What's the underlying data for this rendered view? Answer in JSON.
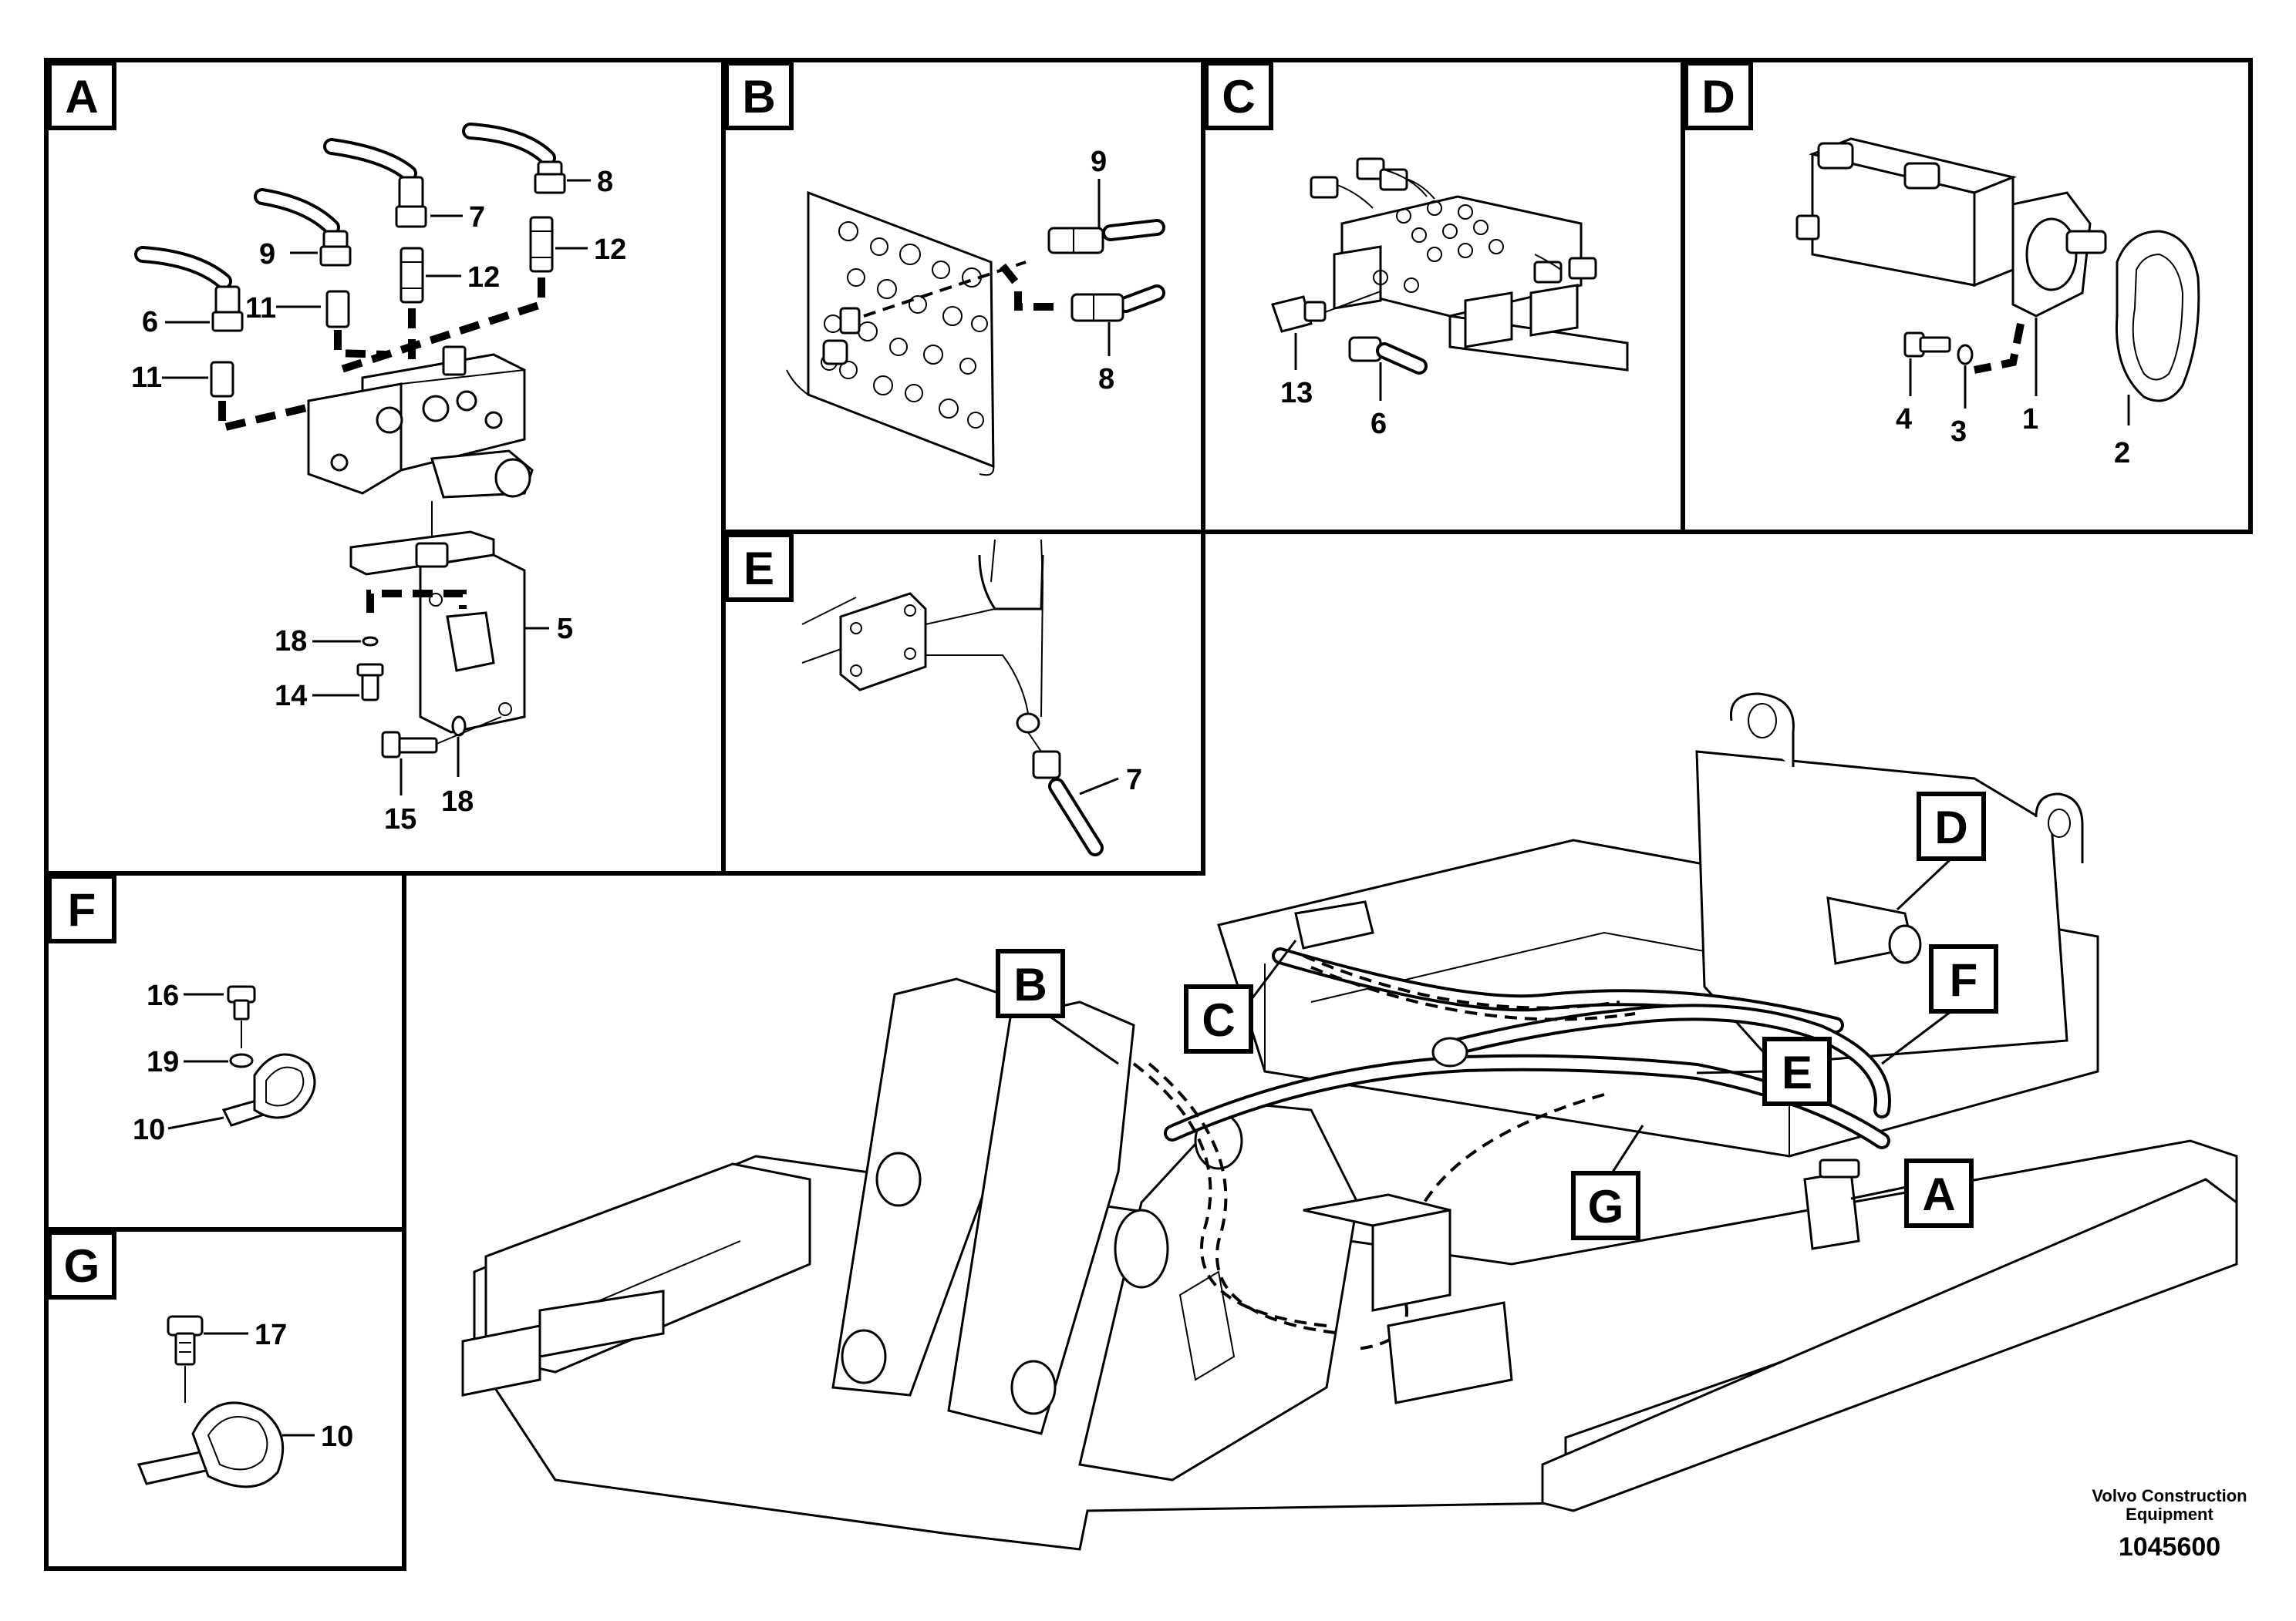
{
  "panels": [
    {
      "letter": "A"
    },
    {
      "letter": "B"
    },
    {
      "letter": "C"
    },
    {
      "letter": "D"
    },
    {
      "letter": "E"
    },
    {
      "letter": "F"
    },
    {
      "letter": "G"
    }
  ],
  "callouts": {
    "A": [
      "8",
      "7",
      "12",
      "12",
      "9",
      "11",
      "6",
      "11",
      "5",
      "18",
      "14",
      "15",
      "18"
    ],
    "B": [
      "9",
      "8"
    ],
    "C": [
      "13",
      "6"
    ],
    "D": [
      "4",
      "3",
      "1",
      "2"
    ],
    "E": [
      "7"
    ],
    "F": [
      "16",
      "19",
      "10"
    ],
    "G": [
      "17",
      "10"
    ]
  },
  "overview_labels": [
    "D",
    "B",
    "C",
    "F",
    "E",
    "G",
    "A"
  ],
  "footer": {
    "brand_line1": "Volvo Construction",
    "brand_line2": "Equipment",
    "document_number": "1045600"
  }
}
